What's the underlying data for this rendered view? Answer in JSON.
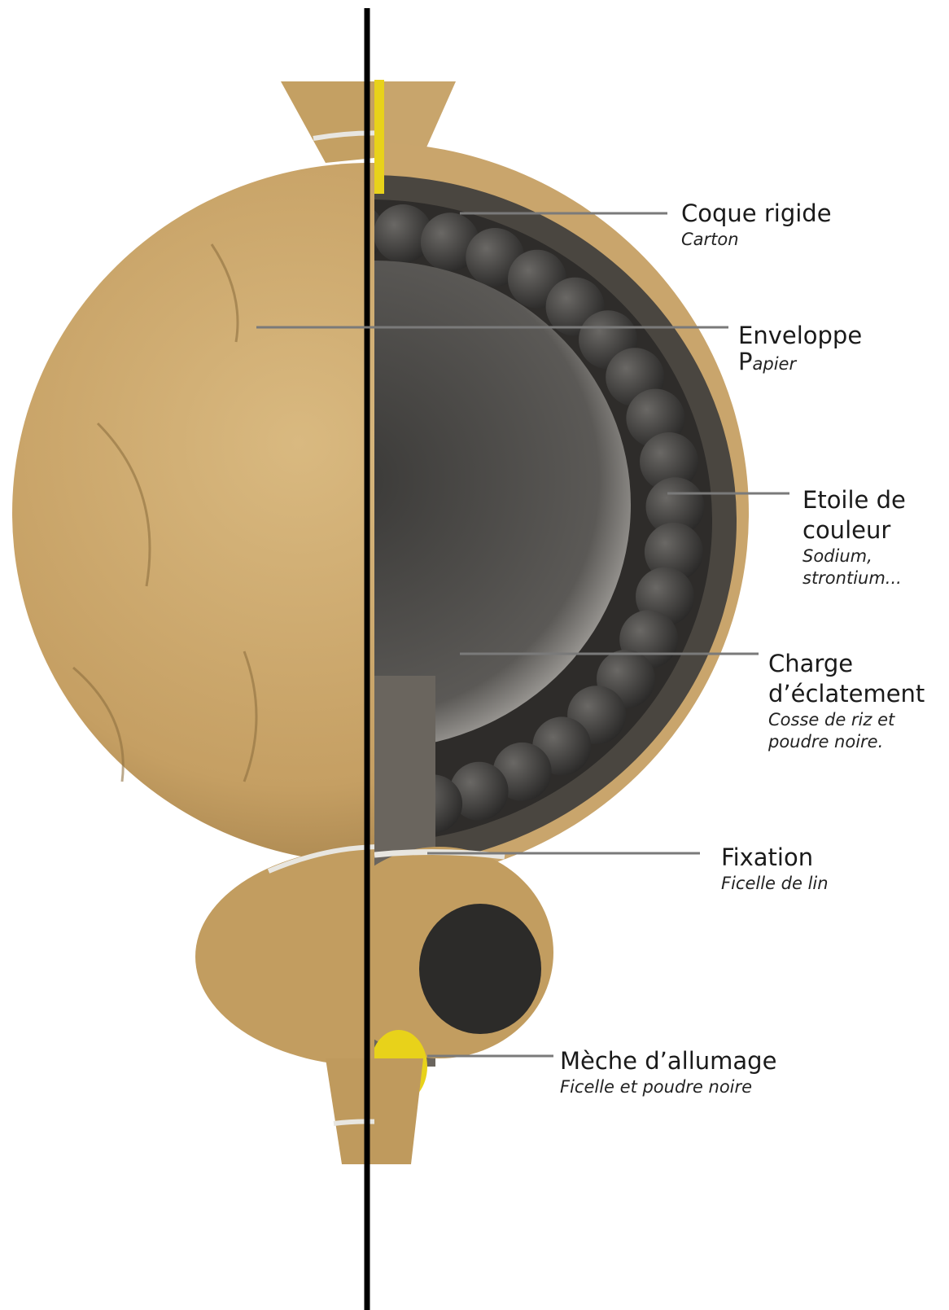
{
  "colors": {
    "divider": "#000000",
    "leader": "#7a7a7a",
    "paper": "#c9a56c",
    "paper_dark": "#a88650",
    "shell": "#4a4640",
    "star": "#3b3a38",
    "inner": "#d8d6d2",
    "fuse": "#e8d21a"
  },
  "labels": [
    {
      "id": "coque",
      "title": "Coque rigide",
      "subtitle": "Carton"
    },
    {
      "id": "enveloppe",
      "title": "Enveloppe",
      "subtitle_first": "P",
      "subtitle_rest": "apier"
    },
    {
      "id": "etoile",
      "title_lines": [
        "Etoile de",
        "couleur"
      ],
      "subtitle_lines": [
        "Sodium,",
        "strontium..."
      ]
    },
    {
      "id": "charge",
      "title_lines": [
        "Charge",
        "d’éclatement"
      ],
      "subtitle_lines": [
        "Cosse de riz et",
        "poudre noire."
      ]
    },
    {
      "id": "fixation",
      "title": "Fixation",
      "subtitle": "Ficelle de lin"
    },
    {
      "id": "meche",
      "title": "Mèche d’allumage",
      "subtitle": "Ficelle et poudre noire"
    }
  ]
}
